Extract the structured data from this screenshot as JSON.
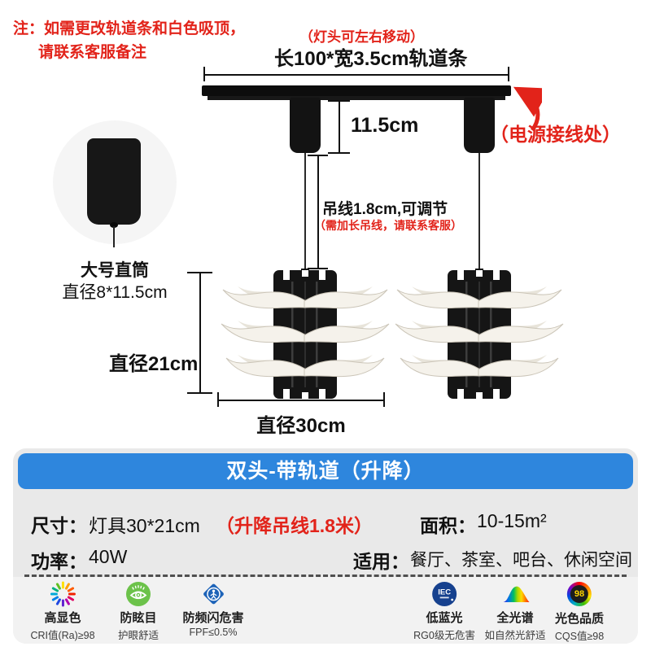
{
  "colors": {
    "accent_red": "#e2231a",
    "header_blue": "#2e86dd",
    "panel_bg": "#e9e9e9",
    "footer_bg": "#f2f2f2"
  },
  "top_note": {
    "line1": "注：如需更改轨道条和白色吸顶，",
    "line2": "请联系客服备注"
  },
  "diagram": {
    "head_move_note": "（灯头可左右移动）",
    "track_dim_label": "长100*宽3.5cm轨道条",
    "holder_height_label": "11.5cm",
    "wire_label": "吊线1.8cm,可调节",
    "wire_note": "（需加长吊线，请联系客服）",
    "power_note": "（电源接线处）",
    "cylinder_title": "大号直筒",
    "cylinder_dim": "直径8*11.5cm",
    "lamp_height_label": "直径21cm",
    "lamp_width_label": "直径30cm"
  },
  "panel": {
    "title": "双头-带轨道（升降）",
    "specs": {
      "size_label": "尺寸：",
      "size_value": "灯具30*21cm",
      "size_note": "（升降吊线1.8米）",
      "area_label": "面积：",
      "area_value": "10-15m²",
      "power_label": "功率：",
      "power_value": "40W",
      "usage_label": "适用：",
      "usage_value": "餐厅、茶室、吧台、休闲空间"
    },
    "features": [
      {
        "name": "高显色",
        "desc": "CRI值(Ra)≥98"
      },
      {
        "name": "防眩目",
        "desc": "护眼舒适"
      },
      {
        "name": "防频闪危害",
        "desc": "FPF≤0.5%"
      },
      {
        "name": "低蓝光",
        "desc": "RG0级无危害",
        "badge": "IEC"
      },
      {
        "name": "全光谱",
        "desc": "如自然光舒适"
      },
      {
        "name": "光色品质",
        "desc": "CQS值≥98",
        "badge": "98"
      }
    ]
  }
}
